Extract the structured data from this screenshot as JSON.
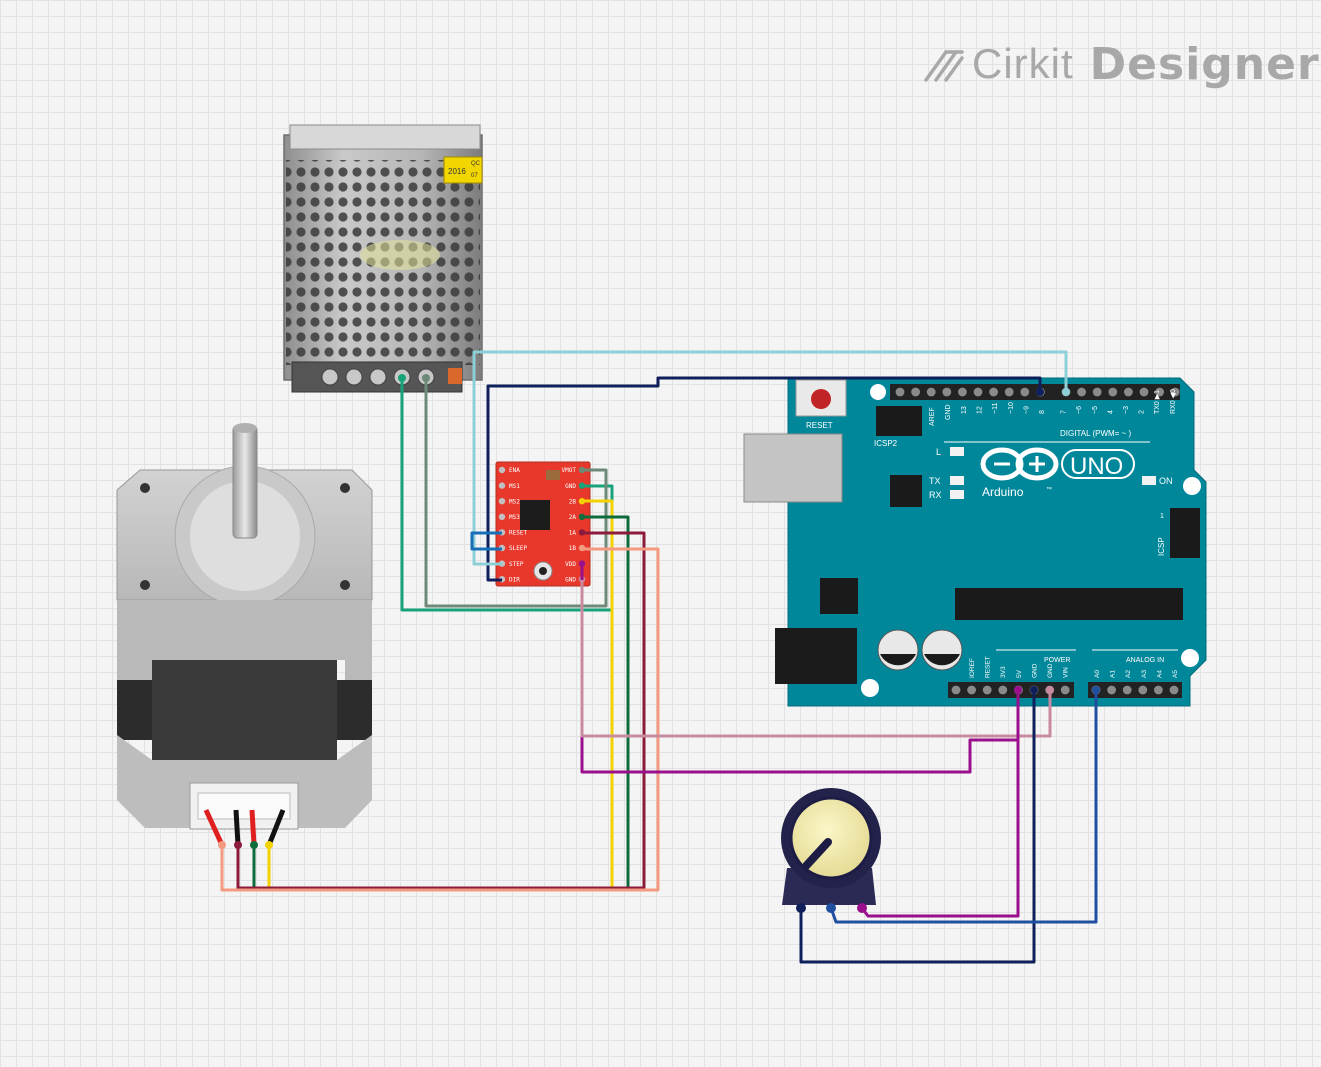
{
  "brand": {
    "name_light": "Cirkit",
    "name_bold": "Designer"
  },
  "power_supply": {
    "sticker_text": "2016",
    "sticker_code": "QC",
    "sticker_code2": "07"
  },
  "driver": {
    "left_pins": [
      "ENA",
      "MS1",
      "MS2",
      "MS3",
      "RESET",
      "SLEEP",
      "STEP",
      "DIR"
    ],
    "right_pins": [
      "VMOT",
      "GND",
      "2B",
      "2A",
      "1A",
      "1B",
      "VDD",
      "GND"
    ]
  },
  "arduino": {
    "reset_label": "RESET",
    "icsp2_label": "ICSP2",
    "icsp_label": "ICSP",
    "aref_label": "AREF",
    "gnd_label": "GND",
    "digital_labels": [
      "13",
      "12",
      "~11",
      "~10",
      "~9",
      "8",
      "7",
      "~6",
      "~5",
      "4",
      "~3",
      "2",
      "TX0 ▶1",
      "RX0 ◀0"
    ],
    "digital_title": "DIGITAL (PWM= ~ )",
    "l_label": "L",
    "tx_label": "TX",
    "rx_label": "RX",
    "on_label": "ON",
    "brand": "Arduino",
    "tm": "™",
    "model": "UNO",
    "icsp_pin1": "1",
    "power_title": "POWER",
    "analog_title": "ANALOG IN",
    "power_labels": [
      "IOREF",
      "RESET",
      "3V3",
      "5V",
      "GND",
      "GND",
      "VIN"
    ],
    "analog_labels": [
      "A0",
      "A1",
      "A2",
      "A3",
      "A4",
      "A5"
    ]
  },
  "colors": {
    "driver_red": "#e8382c",
    "arduino_teal": "#00879a",
    "wire_green": "#16a37a",
    "wire_grey_green": "#6d8a78",
    "wire_yellow": "#f2d200",
    "wire_dark_green": "#0e6b3b",
    "wire_maroon": "#8c1a3a",
    "wire_salmon": "#f39a80",
    "wire_purple": "#9a0f8c",
    "wire_pink": "#c98aa0",
    "wire_navy": "#0e1f5c",
    "wire_lightblue": "#8ccfd6",
    "wire_blue": "#1670b8",
    "wire_royal": "#1f4fa0"
  }
}
